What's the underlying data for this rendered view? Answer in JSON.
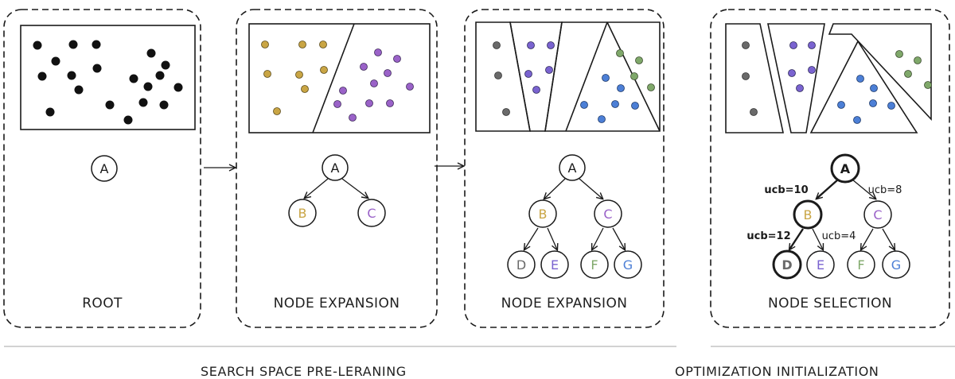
{
  "panels": [
    {
      "caption": "ROOT"
    },
    {
      "caption": "NODE EXPANSION"
    },
    {
      "caption": "NODE EXPANSION"
    },
    {
      "caption": "NODE SELECTION"
    }
  ],
  "sections": {
    "left": "SEARCH SPACE PRE-LERANING",
    "right": "OPTIMIZATION INITIALIZATION"
  },
  "tree": {
    "root": "A",
    "level1": [
      "B",
      "C"
    ],
    "level2": [
      "D",
      "E",
      "F",
      "G"
    ],
    "ucb_labels": {
      "A_B": "ucb=10",
      "A_C": "ucb=8",
      "B_D": "ucb=12",
      "B_E": "ucb=4"
    }
  },
  "colors": {
    "root_points": "#111111",
    "B": "#c9a544",
    "C": "#9a62c8",
    "D": "#6a6a6a",
    "E": "#7a63d0",
    "F": "#7fa86a",
    "G": "#4c7fd6",
    "stroke": "#1a1a1a"
  }
}
